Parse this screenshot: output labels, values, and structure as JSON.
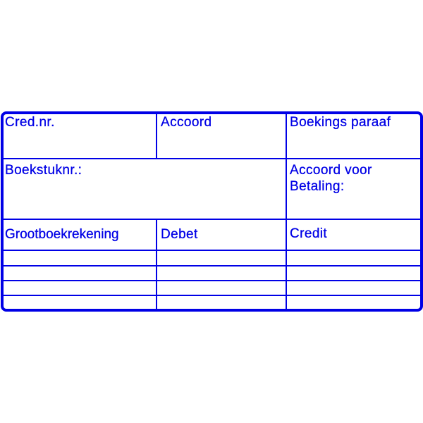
{
  "color": "#0000e6",
  "labels": {
    "cred_nr": "Cred.nr.",
    "accoord": "Accoord",
    "boekings_paraaf": "Boekings paraaf",
    "boekstuknr": "Boekstuknr.:",
    "accoord_voor": "Accoord voor",
    "betaling": "Betaling:",
    "grootboekrekening": "Grootboekrekening",
    "debet": "Debet",
    "credit": "Credit"
  },
  "empty_rows": 4
}
